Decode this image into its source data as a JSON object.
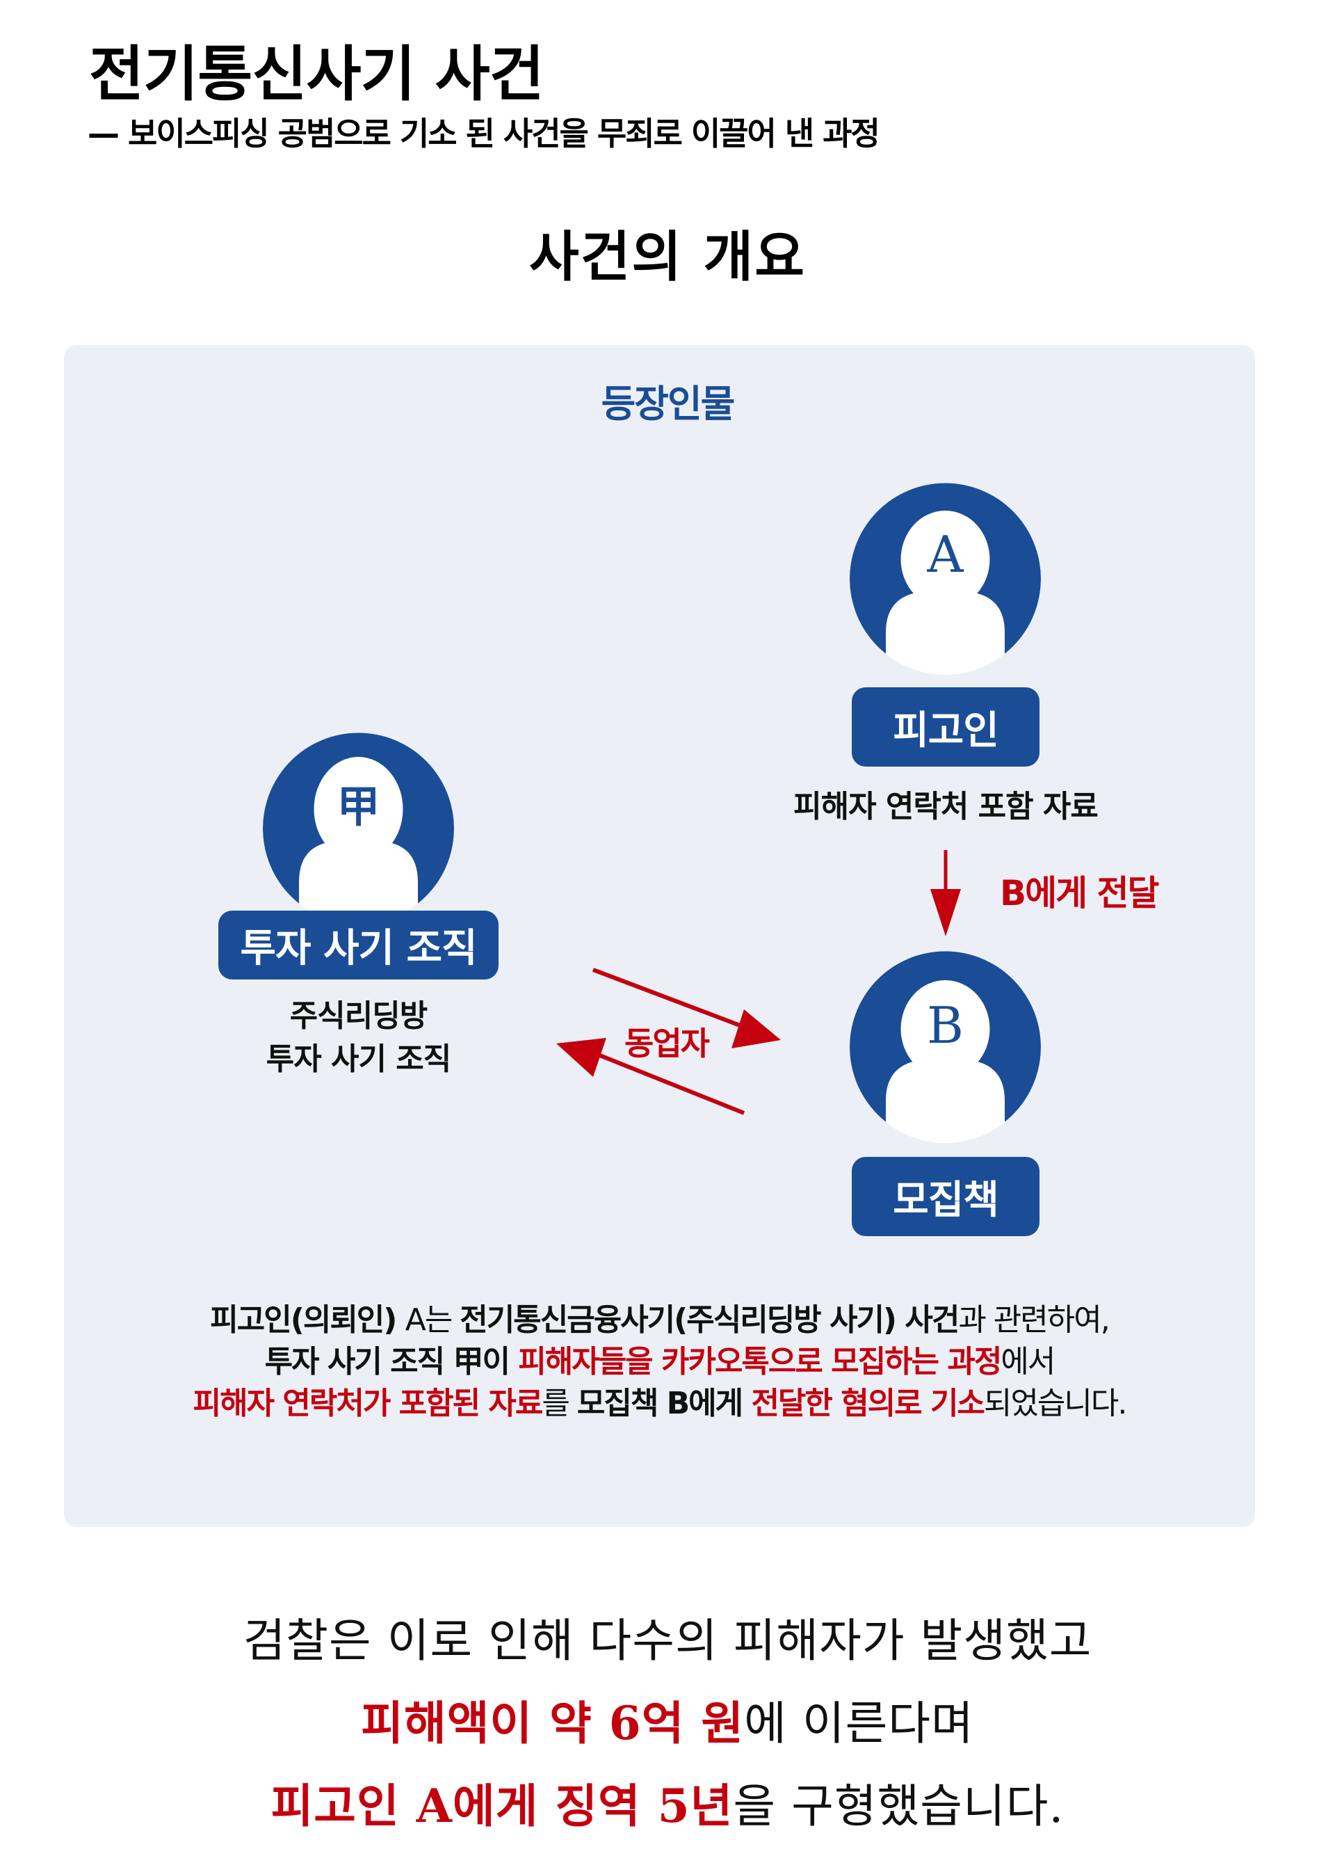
{
  "header": {
    "title": "전기통신사기 사건",
    "subtitle": "— 보이스피싱 공범으로 기소 된 사건을 무죄로 이끌어 낸 과정"
  },
  "section": {
    "title": "사건의 개요"
  },
  "panel": {
    "title": "등장인물",
    "background_color": "#ecf0f6"
  },
  "colors": {
    "brand_blue": "#1a4d96",
    "accent_red": "#c4000e",
    "text_black": "#111111"
  },
  "characters": {
    "org": {
      "avatar_letter": "甲",
      "role_label": "투자 사기 조직",
      "caption_lines": [
        "주식리딩방",
        "투자 사기 조직"
      ]
    },
    "defendant": {
      "avatar_letter": "A",
      "role_label": "피고인",
      "caption": "피해자 연락처 포함 자료"
    },
    "recruiter": {
      "avatar_letter": "B",
      "role_label": "모집책"
    }
  },
  "relations": {
    "transfer_label": "B에게 전달",
    "partner_label": "동업자"
  },
  "description": {
    "line1": [
      {
        "text": "피고인(의뢰인) ",
        "style": "b"
      },
      {
        "text": "A는 ",
        "style": "n"
      },
      {
        "text": "전기통신금융사기(주식리딩방 사기) 사건",
        "style": "b"
      },
      {
        "text": "과 관련하여,",
        "style": "n"
      }
    ],
    "line2": [
      {
        "text": "투자 사기 조직 甲이 ",
        "style": "b"
      },
      {
        "text": "피해자들을 카카오톡으로 모집하는 과정",
        "style": "r"
      },
      {
        "text": "에서",
        "style": "n"
      }
    ],
    "line3": [
      {
        "text": "피해자 연락처가 포함된 자료",
        "style": "r"
      },
      {
        "text": "를 ",
        "style": "n"
      },
      {
        "text": "모집책 B에게 ",
        "style": "b"
      },
      {
        "text": "전달한 혐의로 기소",
        "style": "r"
      },
      {
        "text": "되었습니다.",
        "style": "n"
      }
    ]
  },
  "conclusion": {
    "line1": [
      {
        "text": "검찰은 이로 인해 다수의 피해자가 발생했고",
        "style": "n"
      }
    ],
    "line2": [
      {
        "text": "피해액이 약 6억 원",
        "style": "r"
      },
      {
        "text": "에 이른다며",
        "style": "n"
      }
    ],
    "line3": [
      {
        "text": "피고인 A에게 징역 5년",
        "style": "r"
      },
      {
        "text": "을 구형했습니다.",
        "style": "n"
      }
    ]
  }
}
